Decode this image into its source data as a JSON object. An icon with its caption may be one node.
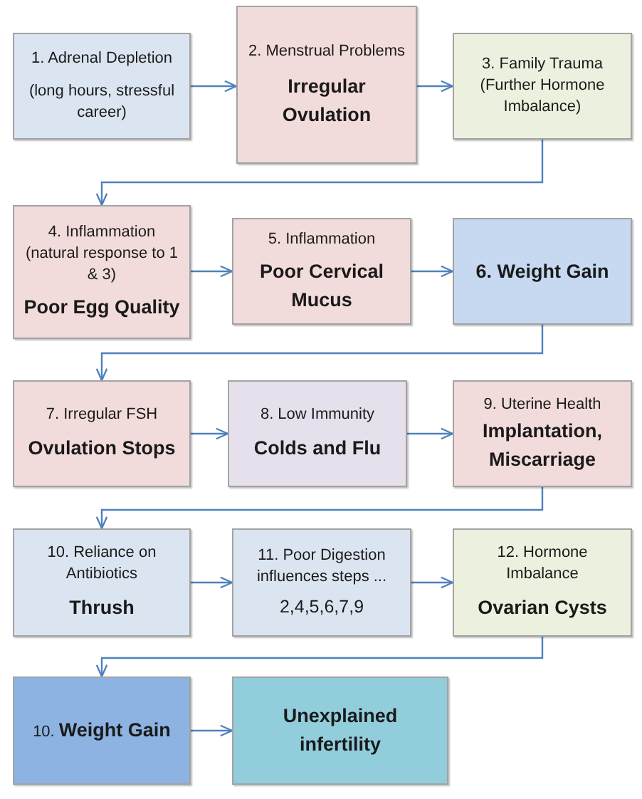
{
  "diagram": {
    "nodes": [
      {
        "text": [
          "1. Adrenal Depletion",
          "(long hours, stressful career)"
        ]
      },
      {
        "text": [
          "2. Menstrual Problems",
          "Irregular Ovulation"
        ]
      },
      {
        "text": [
          "3. Family Trauma",
          "(Further Hormone Imbalance)"
        ]
      },
      {
        "text": [
          "4. Inflammation (natural response to 1 & 3)",
          "Poor Egg Quality"
        ]
      },
      {
        "text": [
          "5. Inflammation",
          "Poor Cervical Mucus"
        ]
      },
      {
        "text": [
          "6. Weight Gain"
        ]
      },
      {
        "text": [
          "7. Irregular FSH",
          "Ovulation Stops"
        ]
      },
      {
        "text": [
          "8. Low Immunity",
          "Colds and Flu"
        ]
      },
      {
        "text": [
          "9. Uterine Health",
          "Implantation, Miscarriage"
        ]
      },
      {
        "text": [
          "10. Reliance on Antibiotics",
          "Thrush"
        ]
      },
      {
        "text": [
          "11. Poor Digestion influences steps ...",
          "2,4,5,6,7,9"
        ]
      },
      {
        "text": [
          "12. Hormone Imbalance",
          "Ovarian Cysts"
        ]
      },
      {
        "text": [
          "10. **Weight Gain**"
        ]
      },
      {
        "text": [
          "Unexplained infertility"
        ]
      }
    ],
    "edges": [
      {
        "from": 0,
        "to": 1,
        "arrow": "to"
      },
      {
        "from": 1,
        "to": 2,
        "arrow": "to"
      },
      {
        "from": 2,
        "to": 3,
        "arrow": "to"
      },
      {
        "from": 3,
        "to": 4,
        "arrow": "to"
      },
      {
        "from": 4,
        "to": 5,
        "arrow": "to"
      },
      {
        "from": 5,
        "to": 6,
        "arrow": "to"
      },
      {
        "from": 6,
        "to": 7,
        "arrow": "to"
      },
      {
        "from": 7,
        "to": 8,
        "arrow": "to"
      },
      {
        "from": 8,
        "to": 9,
        "arrow": "to"
      },
      {
        "from": 9,
        "to": 10,
        "arrow": "to"
      },
      {
        "from": 10,
        "to": 11,
        "arrow": "to"
      },
      {
        "from": 11,
        "to": 12,
        "arrow": "to"
      },
      {
        "from": 12,
        "to": 13,
        "arrow": "to"
      }
    ]
  }
}
